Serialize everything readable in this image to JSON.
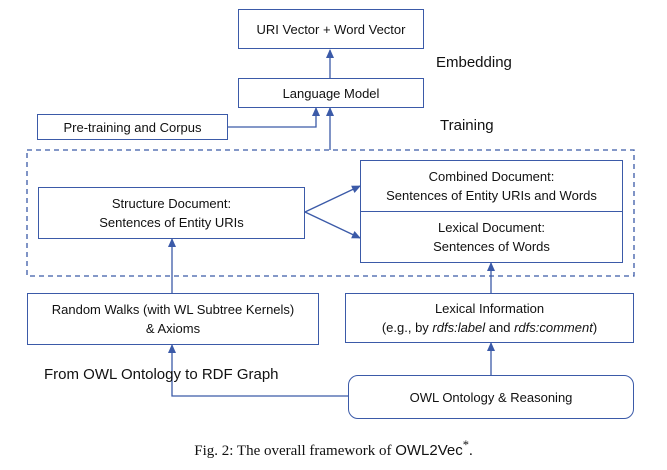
{
  "boxes": {
    "uri_word_vector": "URI Vector + Word Vector",
    "language_model": "Language Model",
    "pretraining": "Pre-training and Corpus",
    "structure_doc": {
      "line1": "Structure Document:",
      "line2": "Sentences of Entity URIs"
    },
    "combined_doc": {
      "line1": "Combined Document:",
      "line2": "Sentences of Entity URIs and Words"
    },
    "lexical_doc": {
      "line1": "Lexical Document:",
      "line2": "Sentences of Words"
    },
    "random_walks": {
      "line1": "Random Walks (with WL Subtree Kernels)",
      "line2": "& Axioms"
    },
    "lexical_info": {
      "line1": "Lexical Information",
      "line2_prefix": "(e.g., by ",
      "term1": "rdfs:label",
      "connector": " and ",
      "term2": "rdfs:comment",
      "line2_suffix": ")"
    },
    "owl_ontology": "OWL Ontology & Reasoning"
  },
  "labels": {
    "embedding": "Embedding",
    "training": "Training",
    "from_owl": "From OWL Ontology to RDF Graph"
  },
  "caption": {
    "prefix": "Fig. 2: The overall framework of ",
    "name": "OWL2Vec",
    "sup": "*",
    "suffix": "."
  },
  "colors": {
    "accent": "#3b5aa8"
  }
}
